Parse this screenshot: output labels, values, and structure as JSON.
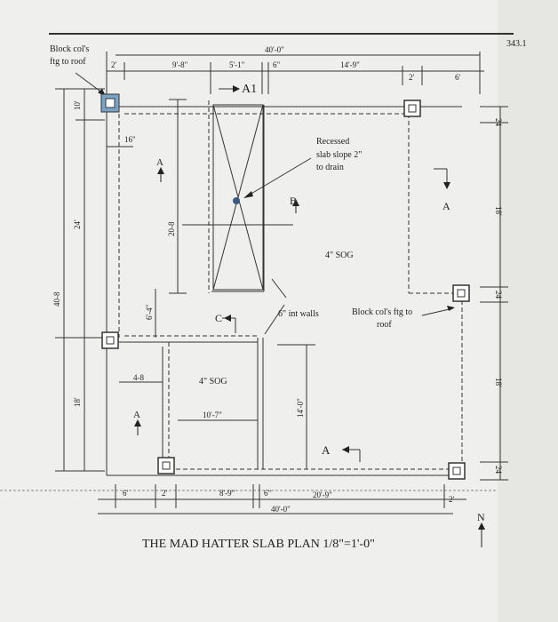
{
  "page_number": "343.1",
  "title": "THE MAD HATTER SLAB PLAN  1/8\"=1'-0\"",
  "notes": {
    "block_col_top": "Block col's\nftg to roof",
    "block_col_right": "Block col's ftg to\nroof",
    "recessed": "Recessed\nslab slope 2\"\nto drain",
    "sog_main": "4\" SOG",
    "sog_lower": "4\" SOG",
    "int_walls": "6\" int walls"
  },
  "section_marks": {
    "a1": "A1",
    "a_right": "A",
    "a_bottom": "A",
    "b": "B",
    "c": "C",
    "a_left_top": "A",
    "a_left_bottom": "A",
    "north": "N"
  },
  "dimensions": {
    "top_overall": "40'-0\"",
    "top_2": "2'",
    "top_9_8": "9'-8\"",
    "top_5_1": "5'-1\"",
    "top_6": "6\"",
    "top_14_9": "14'-9\"",
    "top_2b": "2'",
    "top_6b": "6'",
    "left_10": "10'",
    "left_24": "24'",
    "left_40_8": "40-8",
    "left_18": "18'",
    "col_16": "16\"",
    "mid_20_8": "20-8",
    "mid_6_4": "6'-4\"",
    "mid_4_8": "4-8",
    "mid_10_7": "10'-7\"",
    "mid_14_0": "14'-0\"",
    "bottom_6": "6'",
    "bottom_2": "2'",
    "bottom_8_9": "8'-9\"",
    "bottom_6in": "6\"",
    "bottom_20_9": "20'-9\"",
    "bottom_overall": "40'-0\"",
    "right_2a": "2'",
    "right_2_top": "24",
    "right_18a": "18'",
    "right_2b": "24",
    "right_18b": "18'",
    "right_2c": "24",
    "bottom_right_2": "2'"
  }
}
